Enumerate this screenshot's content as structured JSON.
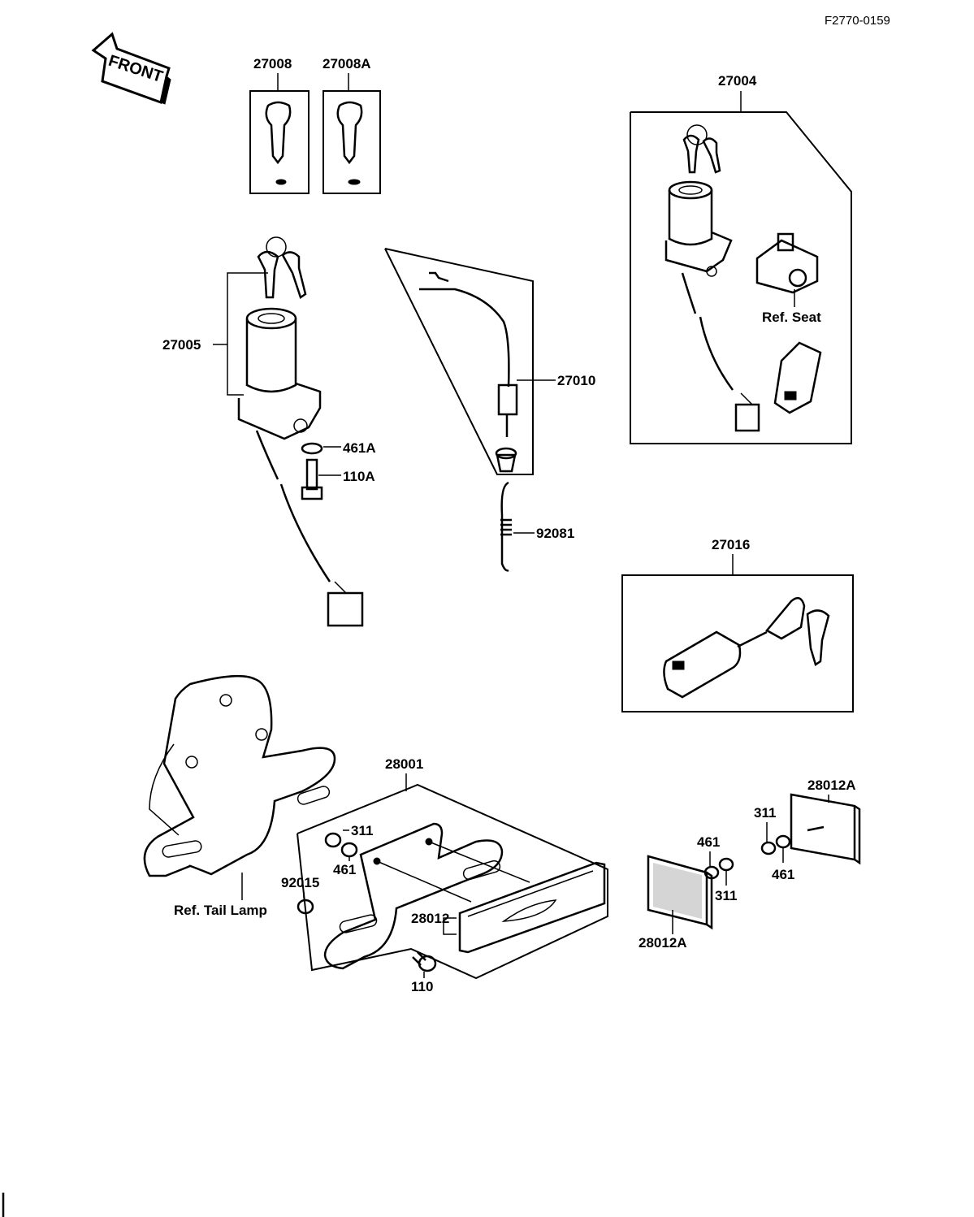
{
  "diagram_code": "F2770-0159",
  "front_label": "FRONT",
  "parts": {
    "p27008": "27008",
    "p27008A": "27008A",
    "p27004": "27004",
    "p27005": "27005",
    "p27010": "27010",
    "p461A": "461A",
    "p110A": "110A",
    "p92081": "92081",
    "p27016": "27016",
    "p28001": "28001",
    "p28012A_top": "28012A",
    "p311_a": "311",
    "p461_a": "461",
    "p92015": "92015",
    "p28012": "28012",
    "p110": "110",
    "p461_b": "461",
    "p311_b": "311",
    "p28012A_bottom": "28012A",
    "p311_c": "311",
    "p461_c": "461"
  },
  "refs": {
    "seat": "Ref. Seat",
    "tail_lamp": "Ref. Tail Lamp"
  }
}
